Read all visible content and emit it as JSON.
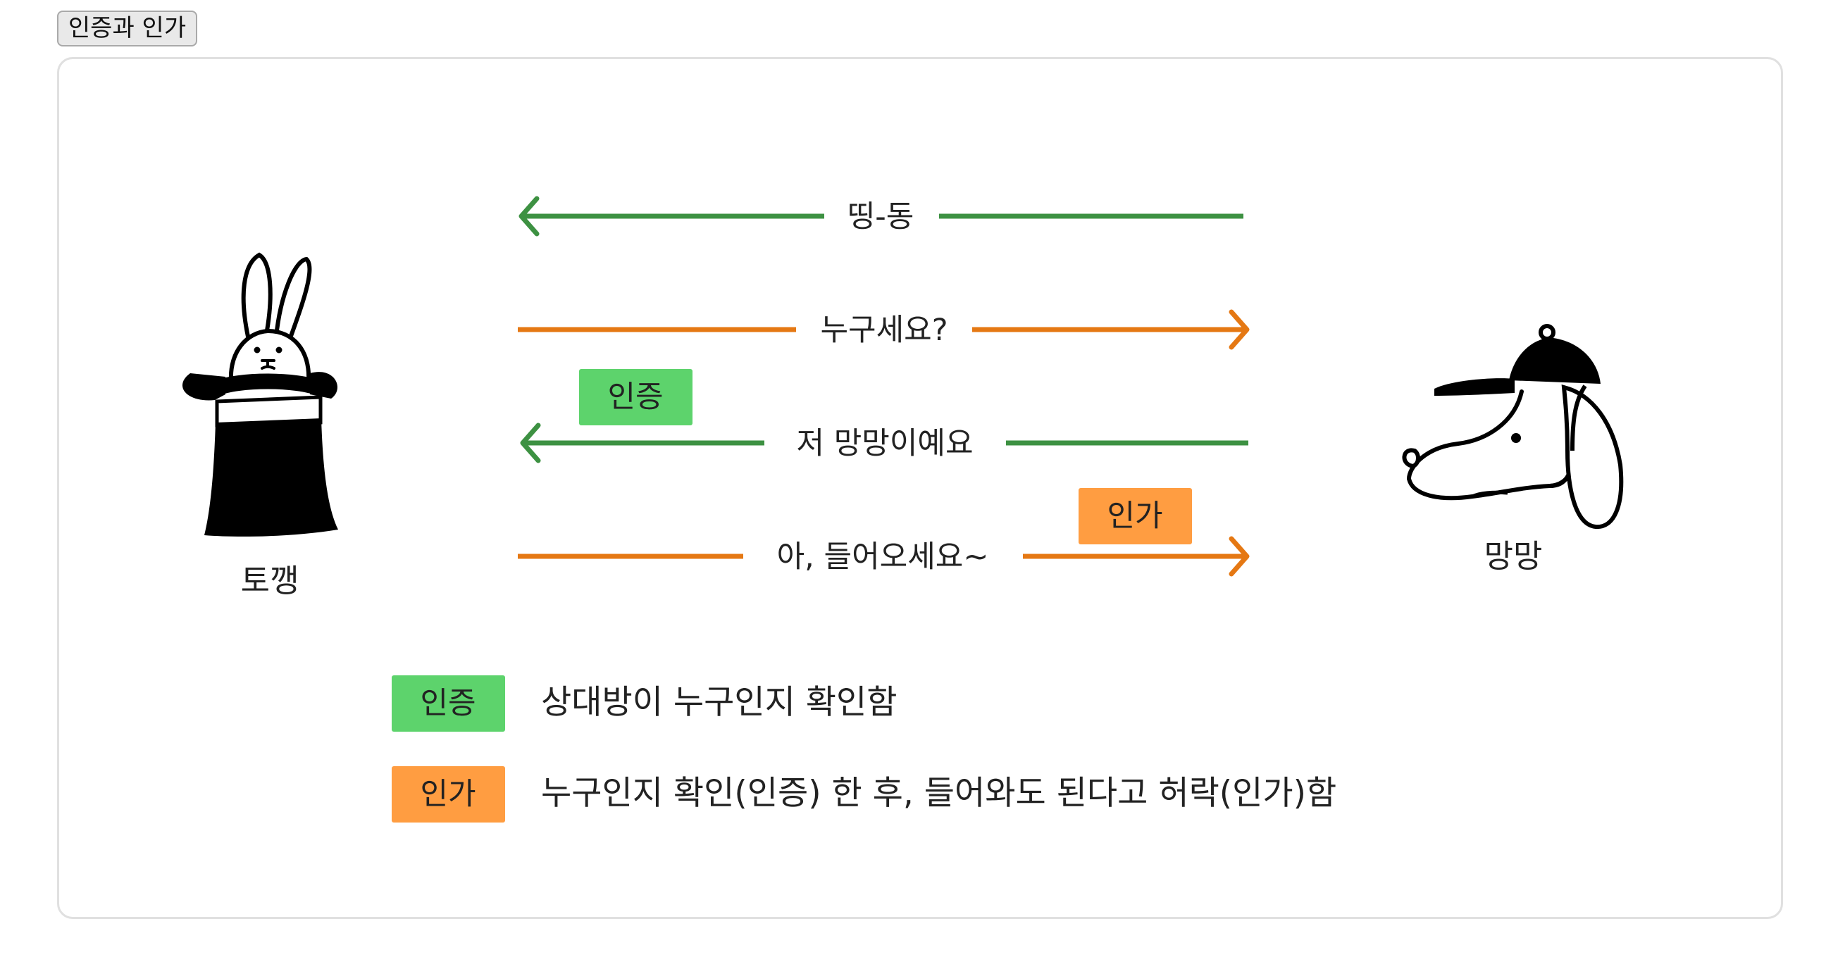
{
  "tab": {
    "label": "인증과 인가"
  },
  "colors": {
    "green": "#3d9142",
    "orange": "#e57813",
    "green_tag": "#5dd36c",
    "orange_tag": "#ff9d41"
  },
  "characters": {
    "left_name": "토깽",
    "right_name": "망망"
  },
  "messages": [
    {
      "text": "띵-동",
      "direction": "to-left",
      "color": "green"
    },
    {
      "text": "누구세요?",
      "direction": "to-right",
      "color": "orange"
    },
    {
      "text": "저 망망이예요",
      "direction": "to-left",
      "color": "green"
    },
    {
      "text": "아, 들어오세요~",
      "direction": "to-right",
      "color": "orange"
    }
  ],
  "tags": {
    "auth": "인증",
    "authz": "인가"
  },
  "legend": [
    {
      "tag": "인증",
      "text": "상대방이 누구인지 확인함",
      "color": "green"
    },
    {
      "tag": "인가",
      "text": "누구인지 확인(인증) 한 후, 들어와도 된다고 허락(인가)함",
      "color": "orange"
    }
  ]
}
